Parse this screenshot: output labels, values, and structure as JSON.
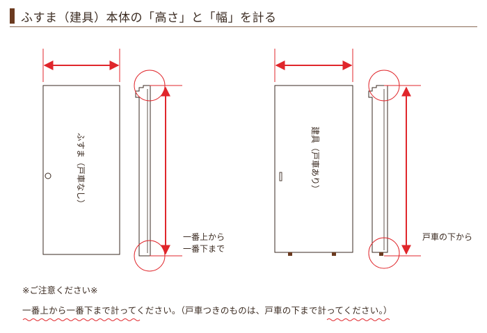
{
  "header": {
    "title": "ふすま（建具）本体の「高さ」と「幅」を計る",
    "accent_color": "#6b3a1f"
  },
  "left_door": {
    "label": "ふすま（戸車なし）",
    "handle_icon": "round-pull-icon"
  },
  "right_door": {
    "label": "建具（戸車あり）",
    "handle_icon": "bar-handle-icon"
  },
  "annotations": {
    "left_side": [
      "一番上から",
      "一番下まで"
    ],
    "right_side": "戸車の下から"
  },
  "note": {
    "title": "※ご注意ください※",
    "body": "一番上から一番下まで計ってください。（戸車つきのものは、戸車の下まで計ってください。）"
  },
  "colors": {
    "arrow": "#e0262b",
    "line": "#3a2a20",
    "wavy_underline": "#e0262b"
  }
}
